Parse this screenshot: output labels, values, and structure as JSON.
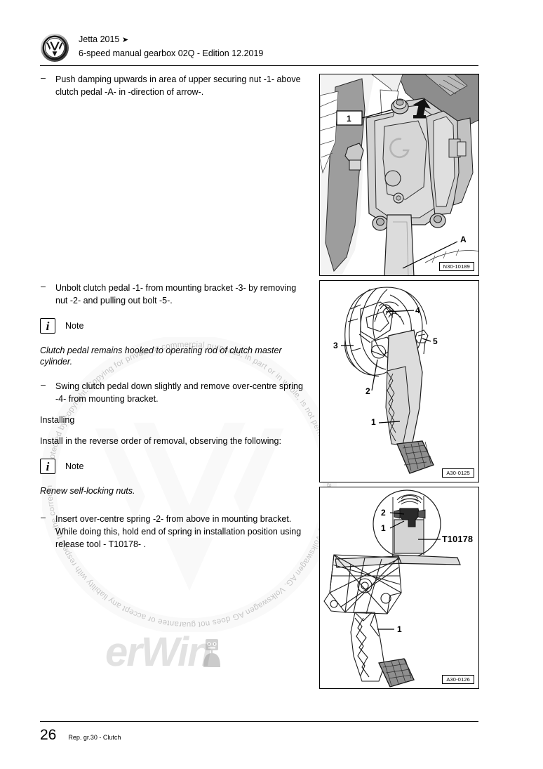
{
  "header": {
    "logo_icon": "vw-roundel-logo",
    "line1": "Jetta 2015",
    "line1_arrow": "➤",
    "line2": "6-speed manual gearbox 02Q - Edition 12.2019"
  },
  "content": {
    "bullet_dash": "–",
    "blocks": [
      {
        "type": "bullet",
        "text": "Push damping upwards in area of upper securing nut -1- above clutch pedal -A- in -direction of arrow-."
      },
      {
        "type": "bullet",
        "text": "Unbolt clutch pedal -1- from mounting bracket -3- by removing nut -2- and pulling out bolt -5-."
      },
      {
        "type": "note",
        "icon": "info-icon",
        "glyph": "i",
        "label": "Note"
      },
      {
        "type": "italic",
        "text": "Clutch pedal remains hooked to operating rod of clutch master cylinder."
      },
      {
        "type": "bullet",
        "text": "Swing clutch pedal down slightly and remove over-centre spring -4- from mounting bracket."
      },
      {
        "type": "para",
        "text": "Installing"
      },
      {
        "type": "para",
        "text": "Install in the reverse order of removal, observing the following:"
      },
      {
        "type": "note",
        "icon": "info-icon",
        "glyph": "i",
        "label": "Note"
      },
      {
        "type": "italic",
        "text": "Renew self-locking nuts."
      },
      {
        "type": "bullet",
        "text": "Insert over-centre spring -2- from above in mounting bracket. While doing this, hold end of spring in installation position using release tool - T10178- ."
      }
    ]
  },
  "figures": [
    {
      "name": "clutch-pedal-damping-figure",
      "id_label": "N30-10189",
      "callouts": [
        "1",
        "A"
      ]
    },
    {
      "name": "clutch-pedal-assembly-figure",
      "id_label": "A30-0125",
      "callouts": [
        "1",
        "2",
        "3",
        "4",
        "5"
      ]
    },
    {
      "name": "over-centre-spring-install-figure",
      "id_label": "A30-0126",
      "callouts": [
        "1",
        "2",
        "T10178"
      ]
    }
  ],
  "watermark": {
    "brand_text": "erWin",
    "ring_text": "Protected by copyright. Copying for private or commercial purposes, in part or in whole, is not permitted unless authorised by Volkswagen AG. Volkswagen AG does not guarantee or accept any liability with respect to the correctness of information in this document."
  },
  "footer": {
    "page_number": "26",
    "section": "Rep. gr.30 - Clutch"
  },
  "colors": {
    "ink": "#000000",
    "paper": "#ffffff",
    "watermark_grey": "#e2e2e2",
    "figure_grey": "#d0d0d0"
  }
}
